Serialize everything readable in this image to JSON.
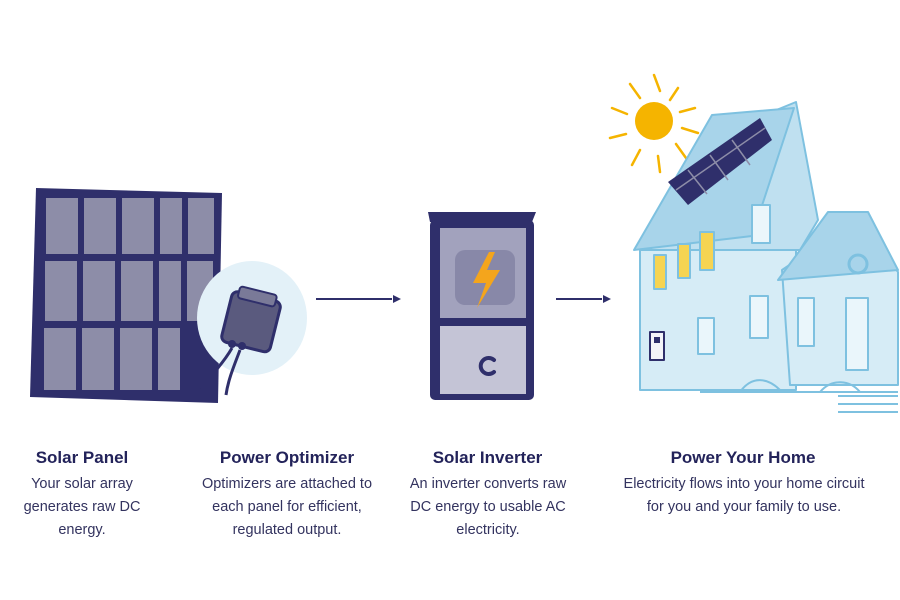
{
  "steps": [
    {
      "title": "Solar Panel",
      "description": "Your solar array generates raw DC energy."
    },
    {
      "title": "Power Optimizer",
      "description": "Optimizers are attached to each panel for efficient, regulated output."
    },
    {
      "title": "Solar Inverter",
      "description": "An inverter converts raw DC energy to usable AC electricity."
    },
    {
      "title": "Power Your Home",
      "description": "Electricity flows into your home circuit for you and your family to use."
    }
  ],
  "colors": {
    "navy": "#2f2f6b",
    "panel_cell": "#8d8da8",
    "house_blue": "#a8d4ea",
    "house_outline": "#7ec1e0",
    "window_yellow": "#f6d452",
    "sun": "#f5b400",
    "bolt": "#f4a51c"
  }
}
